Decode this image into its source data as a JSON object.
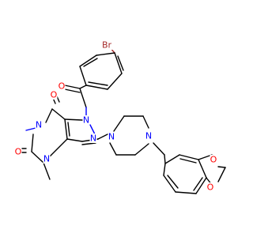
{
  "molecule": {
    "colors": {
      "bond": "#000000",
      "N": "#0000ff",
      "O": "#ff0000",
      "Br": "#a52a2a",
      "C": "#000000"
    },
    "atoms": [
      {
        "id": "br",
        "label": "Br",
        "element": "Br"
      },
      {
        "id": "o_ketone",
        "label": "O",
        "element": "O"
      },
      {
        "id": "o6",
        "label": "O",
        "element": "O"
      },
      {
        "id": "n7",
        "label": "N",
        "element": "N"
      },
      {
        "id": "n1",
        "label": "N",
        "element": "N"
      },
      {
        "id": "o2",
        "label": "O",
        "element": "O"
      },
      {
        "id": "n3",
        "label": "N",
        "element": "N"
      },
      {
        "id": "n9",
        "label": "N",
        "element": "N"
      },
      {
        "id": "n_pip1",
        "label": "N",
        "element": "N"
      },
      {
        "id": "n_pip4",
        "label": "N",
        "element": "N"
      },
      {
        "id": "o_diox1",
        "label": "O",
        "element": "O"
      },
      {
        "id": "o_diox2",
        "label": "O",
        "element": "O"
      }
    ]
  }
}
